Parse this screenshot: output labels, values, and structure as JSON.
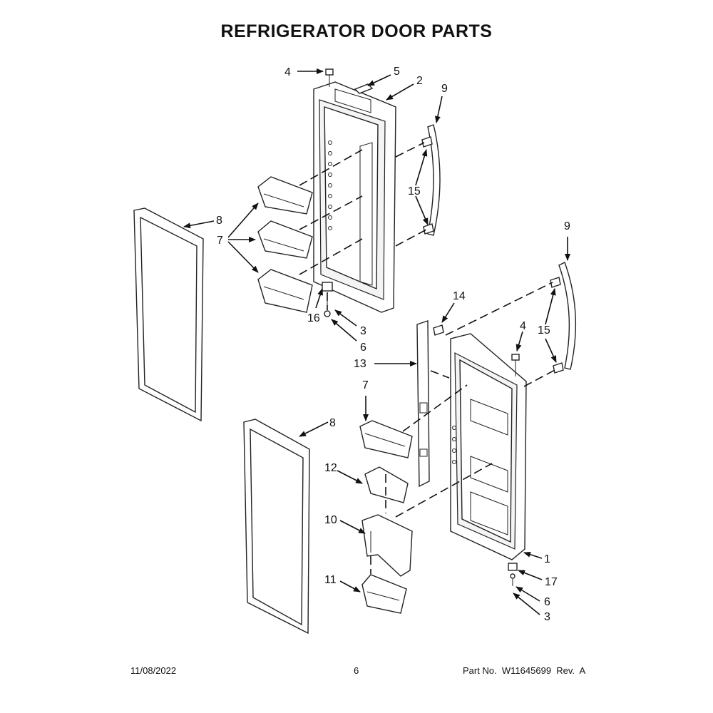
{
  "title": "REFRIGERATOR DOOR PARTS",
  "callouts": {
    "c1": "1",
    "c2": "2",
    "c3a": "3",
    "c3b": "3",
    "c4a": "4",
    "c4b": "4",
    "c5": "5",
    "c6a": "6",
    "c6b": "6",
    "c7a": "7",
    "c7b": "7",
    "c8a": "8",
    "c8b": "8",
    "c9a": "9",
    "c9b": "9",
    "c10": "10",
    "c11": "11",
    "c12": "12",
    "c13": "13",
    "c14": "14",
    "c15a": "15",
    "c15b": "15",
    "c16": "16",
    "c17": "17"
  },
  "footer": {
    "date": "11/08/2022",
    "page": "6",
    "part_no": "Part No.  W11645699  Rev.  A"
  }
}
